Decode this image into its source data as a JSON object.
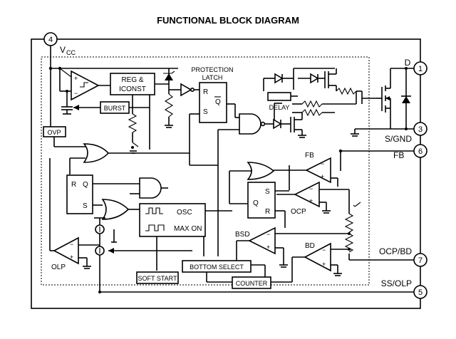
{
  "title": "FUNCTIONAL BLOCK DIAGRAM",
  "pins": [
    {
      "num": "4",
      "label": "V",
      "sub": "CC"
    },
    {
      "num": "1",
      "label": "D"
    },
    {
      "num": "3",
      "label": "S/GND"
    },
    {
      "num": "6",
      "label": "FB"
    },
    {
      "num": "7",
      "label": "OCP/BD"
    },
    {
      "num": "5",
      "label": "SS/OLP"
    }
  ],
  "blocks": {
    "reg": [
      "REG &",
      "ICONST"
    ],
    "burst": "BURST",
    "ovp": "OVP",
    "protection": [
      "PROTECTION",
      "LATCH"
    ],
    "delay": "DELAY",
    "osc": "OSC",
    "maxon": "MAX  ON",
    "softstart": "SOFT START",
    "bottomselect": "BOTTOM SELECT",
    "counter": "COUNTER"
  },
  "latch_pins": {
    "r": "R",
    "s": "S",
    "q": "Q"
  },
  "ff1_pins": {
    "r": "R",
    "q": "Q",
    "s": "S"
  },
  "ff2_pins": {
    "s": "S",
    "q": "Q",
    "r": "R"
  },
  "amp_labels": {
    "fb": "FB",
    "ocp": "OCP",
    "bsd": "BSD",
    "bd": "BD",
    "olp": "OLP"
  }
}
